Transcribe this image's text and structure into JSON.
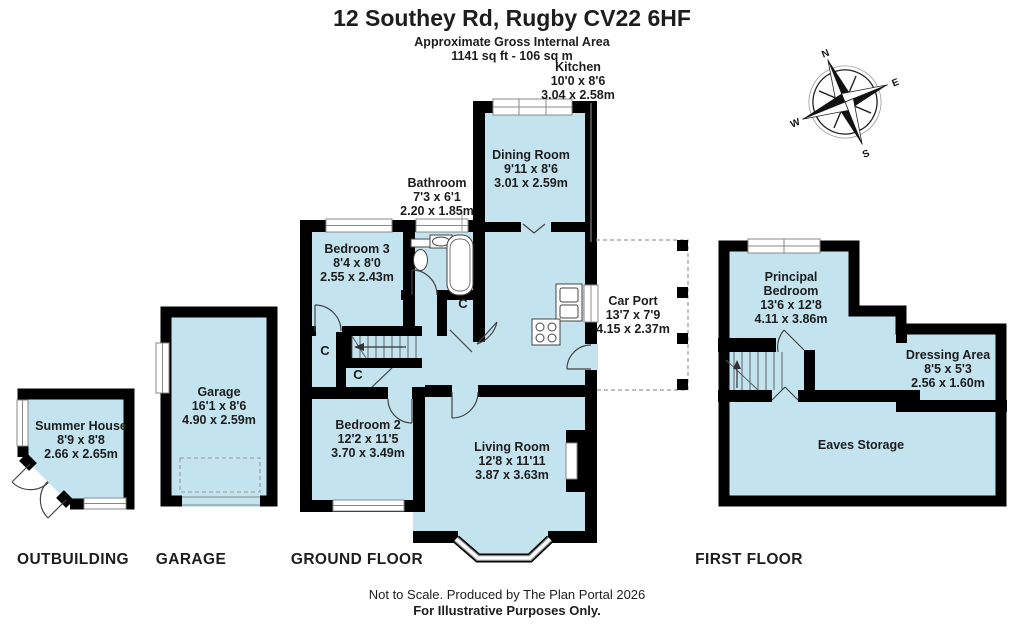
{
  "header": {
    "title": "12 Southey Rd, Rugby CV22 6HF",
    "subtitle_line1": "Approximate Gross Internal Area",
    "subtitle_line2": "1141 sq ft - 106 sq m"
  },
  "rooms": {
    "kitchen": {
      "name": "Kitchen",
      "imperial": "10'0 x 8'6",
      "metric": "3.04 x 2.58m"
    },
    "dining_room": {
      "name": "Dining Room",
      "imperial": "9'11 x 8'6",
      "metric": "3.01 x 2.59m"
    },
    "bathroom": {
      "name": "Bathroom",
      "imperial": "7'3 x 6'1",
      "metric": "2.20 x 1.85m"
    },
    "bedroom_3": {
      "name": "Bedroom 3",
      "imperial": "8'4 x 8'0",
      "metric": "2.55 x 2.43m"
    },
    "car_port": {
      "name": "Car Port",
      "imperial": "13'7 x 7'9",
      "metric": "4.15 x 2.37m"
    },
    "bedroom_2": {
      "name": "Bedroom 2",
      "imperial": "12'2 x 11'5",
      "metric": "3.70 x 3.49m"
    },
    "living_room": {
      "name": "Living Room",
      "imperial": "12'8 x 11'11",
      "metric": "3.87 x 3.63m"
    },
    "principal_bedroom": {
      "name_line1": "Principal",
      "name_line2": "Bedroom",
      "imperial": "13'6 x 12'8",
      "metric": "4.11 x 3.86m"
    },
    "dressing_area": {
      "name": "Dressing Area",
      "imperial": "8'5 x 5'3",
      "metric": "2.56 x 1.60m"
    },
    "eaves_storage": {
      "name": "Eaves Storage"
    },
    "summer_house": {
      "name": "Summer House",
      "imperial": "8'9 x 8'8",
      "metric": "2.66 x 2.65m"
    },
    "garage": {
      "name": "Garage",
      "imperial": "16'1 x 8'6",
      "metric": "4.90 x 2.59m"
    }
  },
  "closet_label": "C",
  "sections": {
    "outbuilding": "OUTBUILDING",
    "garage": "GARAGE",
    "ground_floor": "GROUND FLOOR",
    "first_floor": "FIRST FLOOR"
  },
  "compass": {
    "n": "N",
    "e": "E",
    "s": "S",
    "w": "W"
  },
  "footer": {
    "line1": "Not to Scale. Produced by The Plan Portal 2026",
    "line2": "For Illustrative Purposes Only."
  },
  "colors": {
    "room_fill": "#c3e3ef",
    "wall": "#000000",
    "dashed": "#999999",
    "text": "#1d1d1d"
  }
}
